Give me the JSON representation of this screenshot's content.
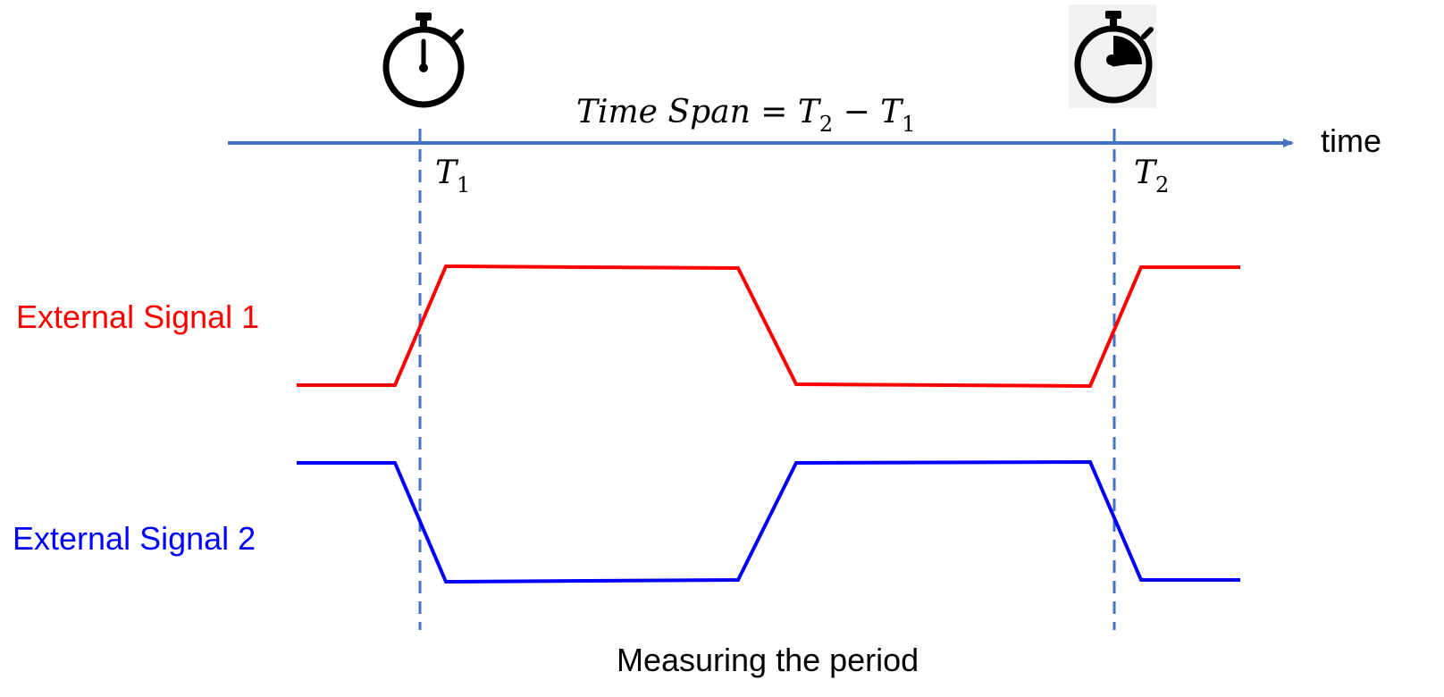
{
  "formula": {
    "text": "Time Span = T",
    "t2_sub": "2",
    "minus": " − T",
    "t1_sub": "1"
  },
  "axis": {
    "label": "time",
    "color": "#4472C4"
  },
  "markers": [
    {
      "name": "T",
      "sub": "1"
    },
    {
      "name": "T",
      "sub": "2"
    }
  ],
  "signals": [
    {
      "label": "External Signal 1",
      "color": "#FF0000"
    },
    {
      "label": "External Signal 2",
      "color": "#0000FF"
    }
  ],
  "caption": "Measuring the period",
  "icons": [
    "stopwatch-start-icon",
    "stopwatch-end-icon"
  ]
}
